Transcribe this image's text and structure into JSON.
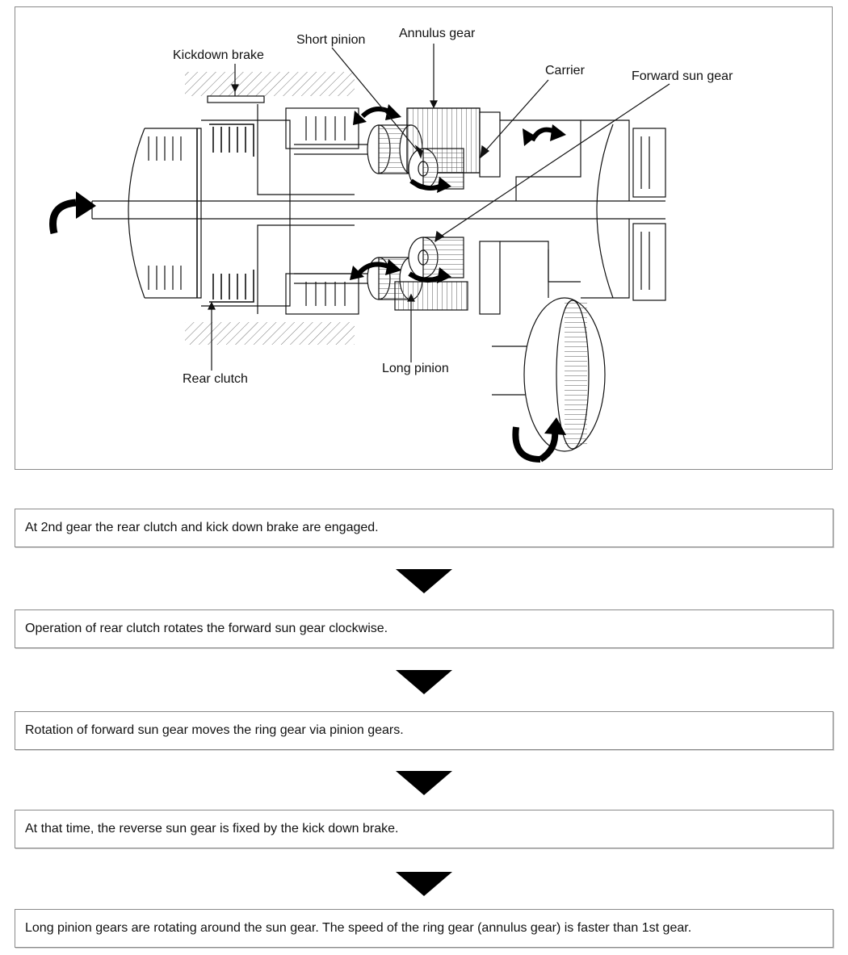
{
  "diagram": {
    "callouts": {
      "kickdown_brake": "Kickdown brake",
      "short_pinion": "Short pinion",
      "annulus_gear": "Annulus gear",
      "carrier": "Carrier",
      "forward_sun_gear": "Forward sun gear",
      "rear_clutch": "Rear clutch",
      "long_pinion": "Long pinion"
    }
  },
  "steps": [
    {
      "text": "At 2nd gear the rear clutch and kick down brake are engaged."
    },
    {
      "text": "Operation of rear clutch rotates the forward sun gear clockwise."
    },
    {
      "text": "Rotation of forward sun gear moves the ring gear via pinion gears."
    },
    {
      "text": "At that time, the reverse sun gear is fixed by the kick down brake."
    },
    {
      "text": "Long pinion gears are rotating around the sun gear. The speed of the ring gear (annulus gear) is faster than 1st gear."
    }
  ],
  "colors": {
    "line": "#111111",
    "frame": "#8a8a8a"
  }
}
